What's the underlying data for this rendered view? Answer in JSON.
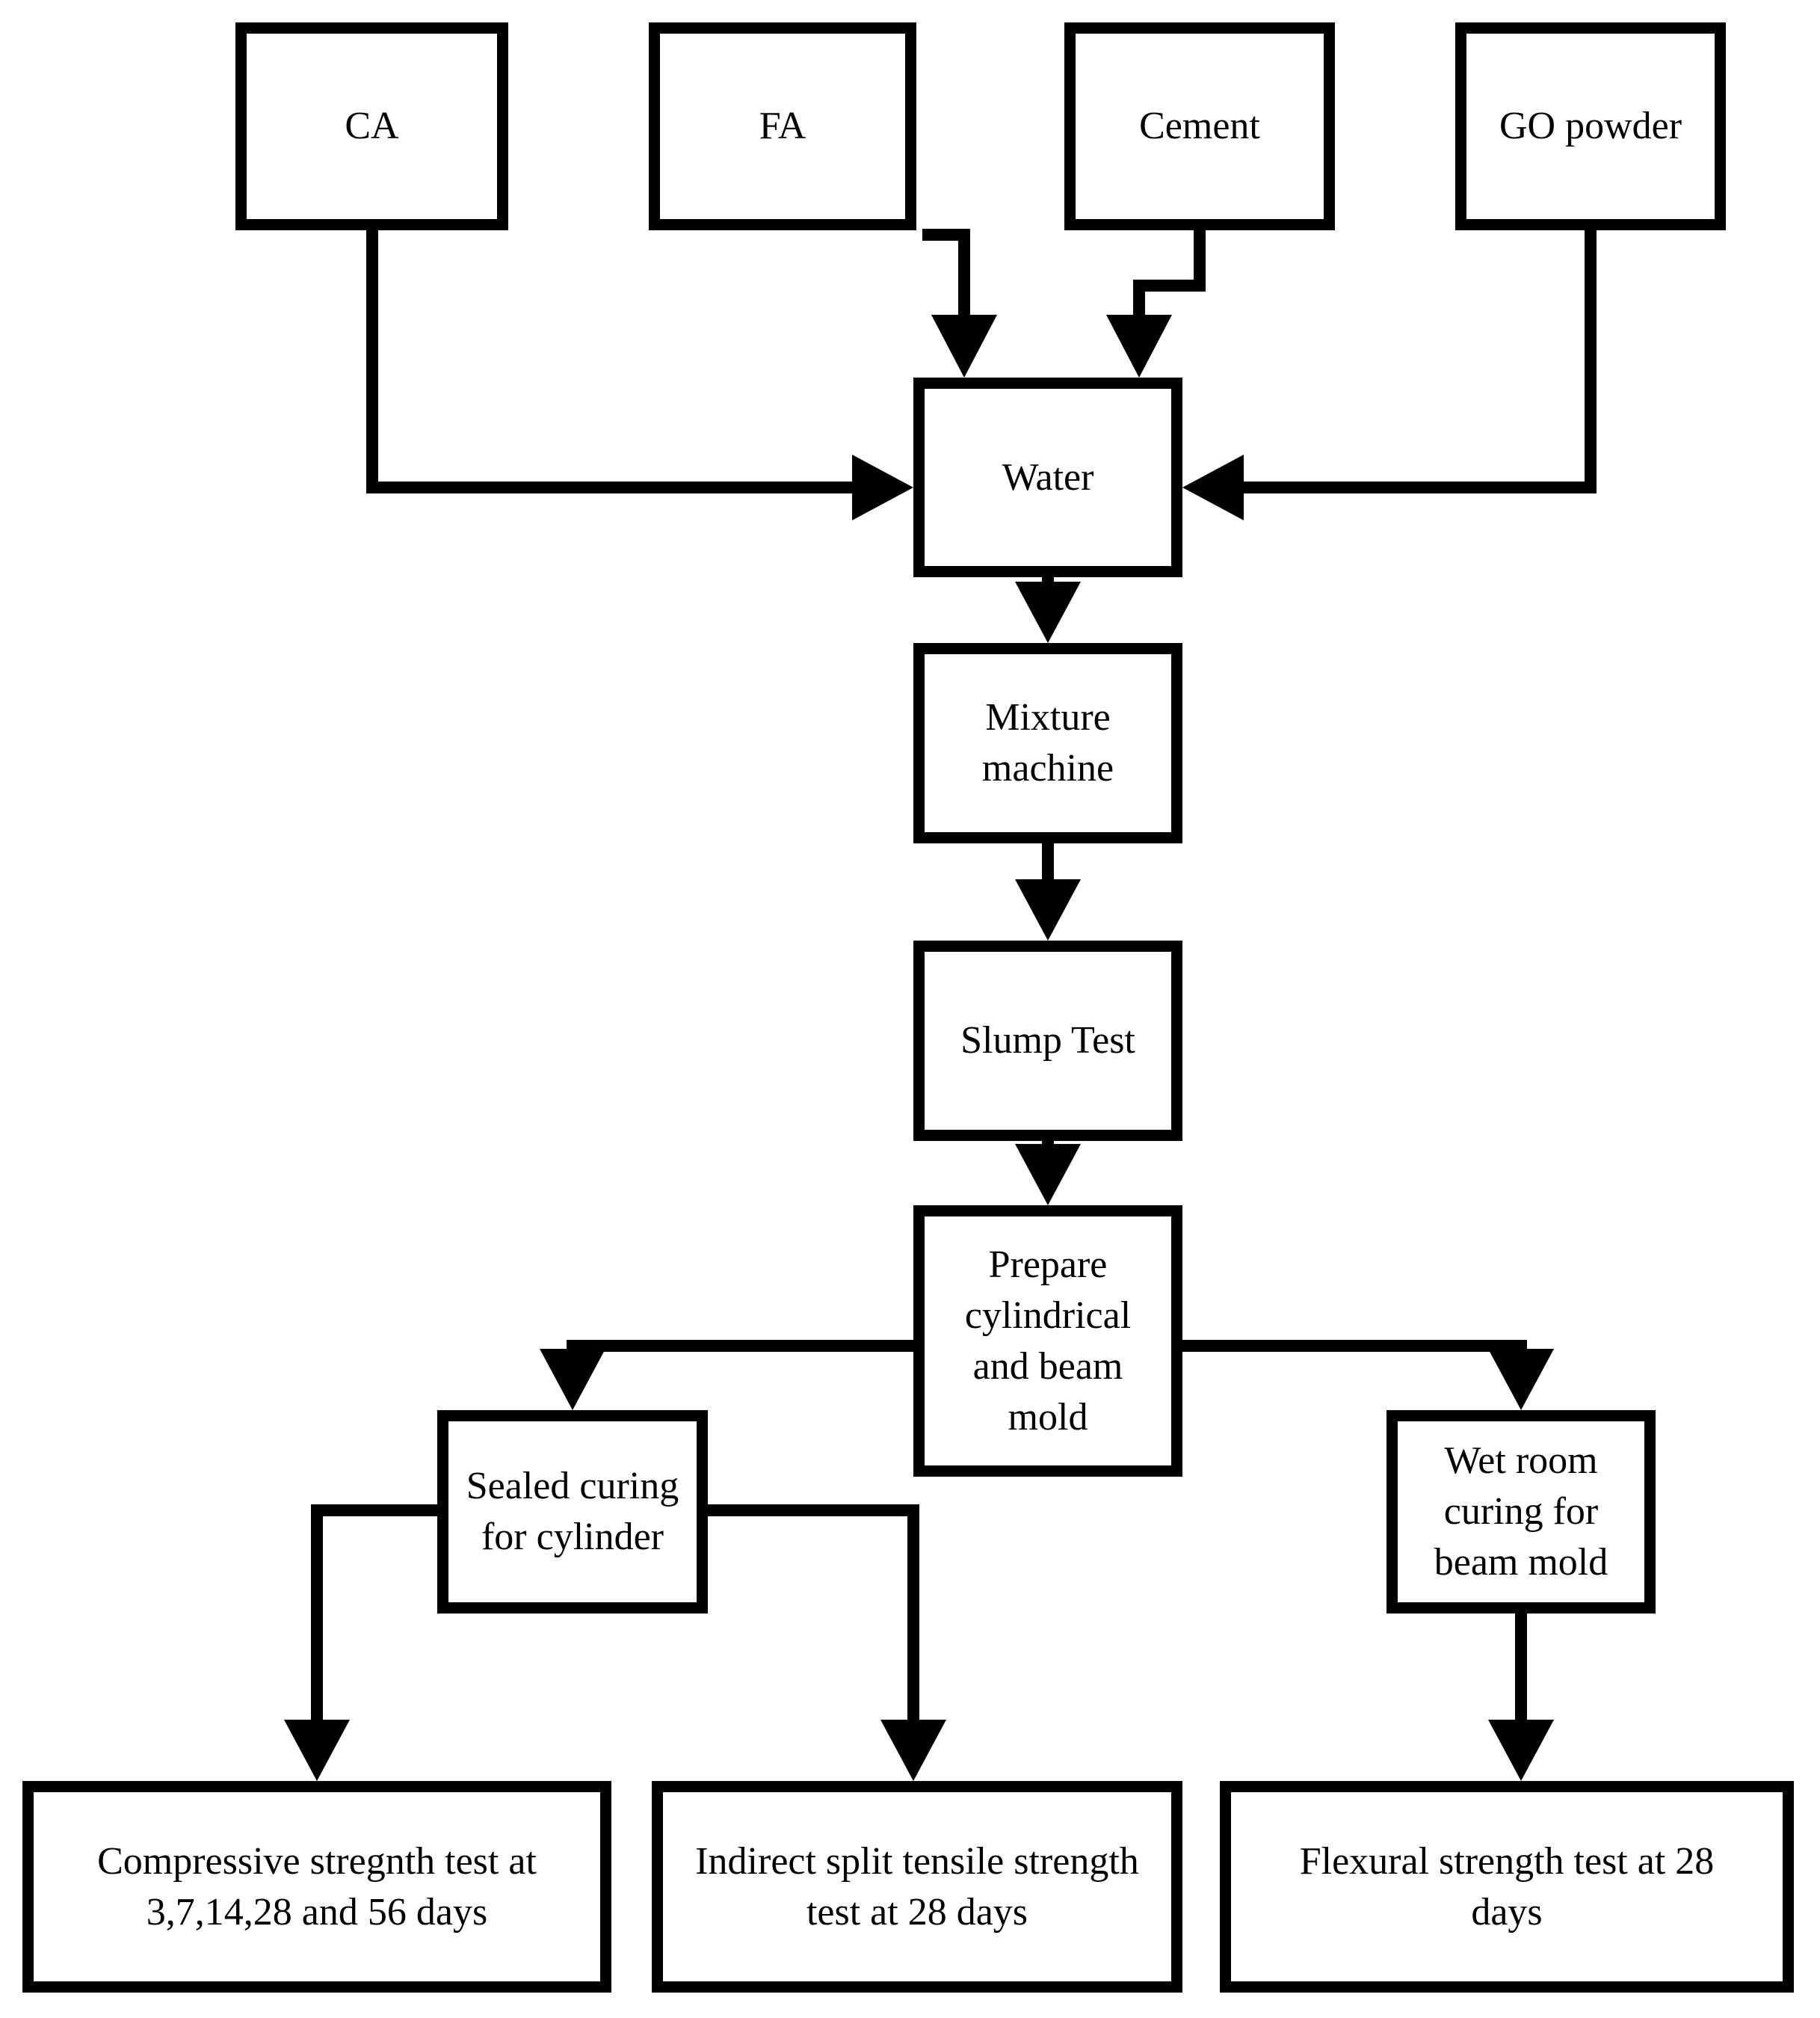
{
  "diagram": {
    "type": "flowchart",
    "colors": {
      "background": "#ffffff",
      "box_fill": "#ffffff",
      "box_border": "#000000",
      "line": "#000000",
      "text": "#000000"
    },
    "nodes": {
      "ca": {
        "label": "CA",
        "lines": [
          "CA"
        ]
      },
      "fa": {
        "label": "FA",
        "lines": [
          "FA"
        ]
      },
      "cement": {
        "label": "Cement",
        "lines": [
          "Cement"
        ]
      },
      "go_powder": {
        "label": "GO powder",
        "lines": [
          "GO powder"
        ]
      },
      "water": {
        "label": "Water",
        "lines": [
          "Water"
        ]
      },
      "mixture_machine": {
        "label": "Mixture machine",
        "lines": [
          "Mixture",
          "machine"
        ]
      },
      "slump_test": {
        "label": "Slump Test",
        "lines": [
          "Slump Test"
        ]
      },
      "prepare_mold": {
        "label": "Prepare cylindrical and beam mold",
        "lines": [
          "Prepare",
          "cylindrical",
          "and beam",
          "mold"
        ]
      },
      "sealed_curing": {
        "label": "Sealed curing for cylinder",
        "lines": [
          "Sealed curing",
          "for cylinder"
        ]
      },
      "wet_room_curing": {
        "label": "Wet room curing for beam mold",
        "lines": [
          "Wet room",
          "curing for",
          "beam mold"
        ]
      },
      "compressive_test": {
        "label": "Compressive stregnth test at 3,7,14,28 and 56 days",
        "lines": [
          "Compressive stregnth test at",
          "3,7,14,28 and 56 days"
        ]
      },
      "indirect_split_test": {
        "label": "Indirect split tensile strength test at 28 days",
        "lines": [
          "Indirect split tensile strength",
          "test at 28 days"
        ]
      },
      "flexural_test": {
        "label": "Flexural strength test at 28 days",
        "lines": [
          "Flexural strength test at 28",
          "days"
        ]
      }
    },
    "edges": [
      {
        "from": "ca",
        "to": "water"
      },
      {
        "from": "fa",
        "to": "water"
      },
      {
        "from": "cement",
        "to": "water"
      },
      {
        "from": "go_powder",
        "to": "water"
      },
      {
        "from": "water",
        "to": "mixture_machine"
      },
      {
        "from": "mixture_machine",
        "to": "slump_test"
      },
      {
        "from": "slump_test",
        "to": "prepare_mold"
      },
      {
        "from": "prepare_mold",
        "to": "sealed_curing"
      },
      {
        "from": "prepare_mold",
        "to": "wet_room_curing"
      },
      {
        "from": "sealed_curing",
        "to": "compressive_test"
      },
      {
        "from": "sealed_curing",
        "to": "indirect_split_test"
      },
      {
        "from": "wet_room_curing",
        "to": "flexural_test"
      }
    ]
  }
}
